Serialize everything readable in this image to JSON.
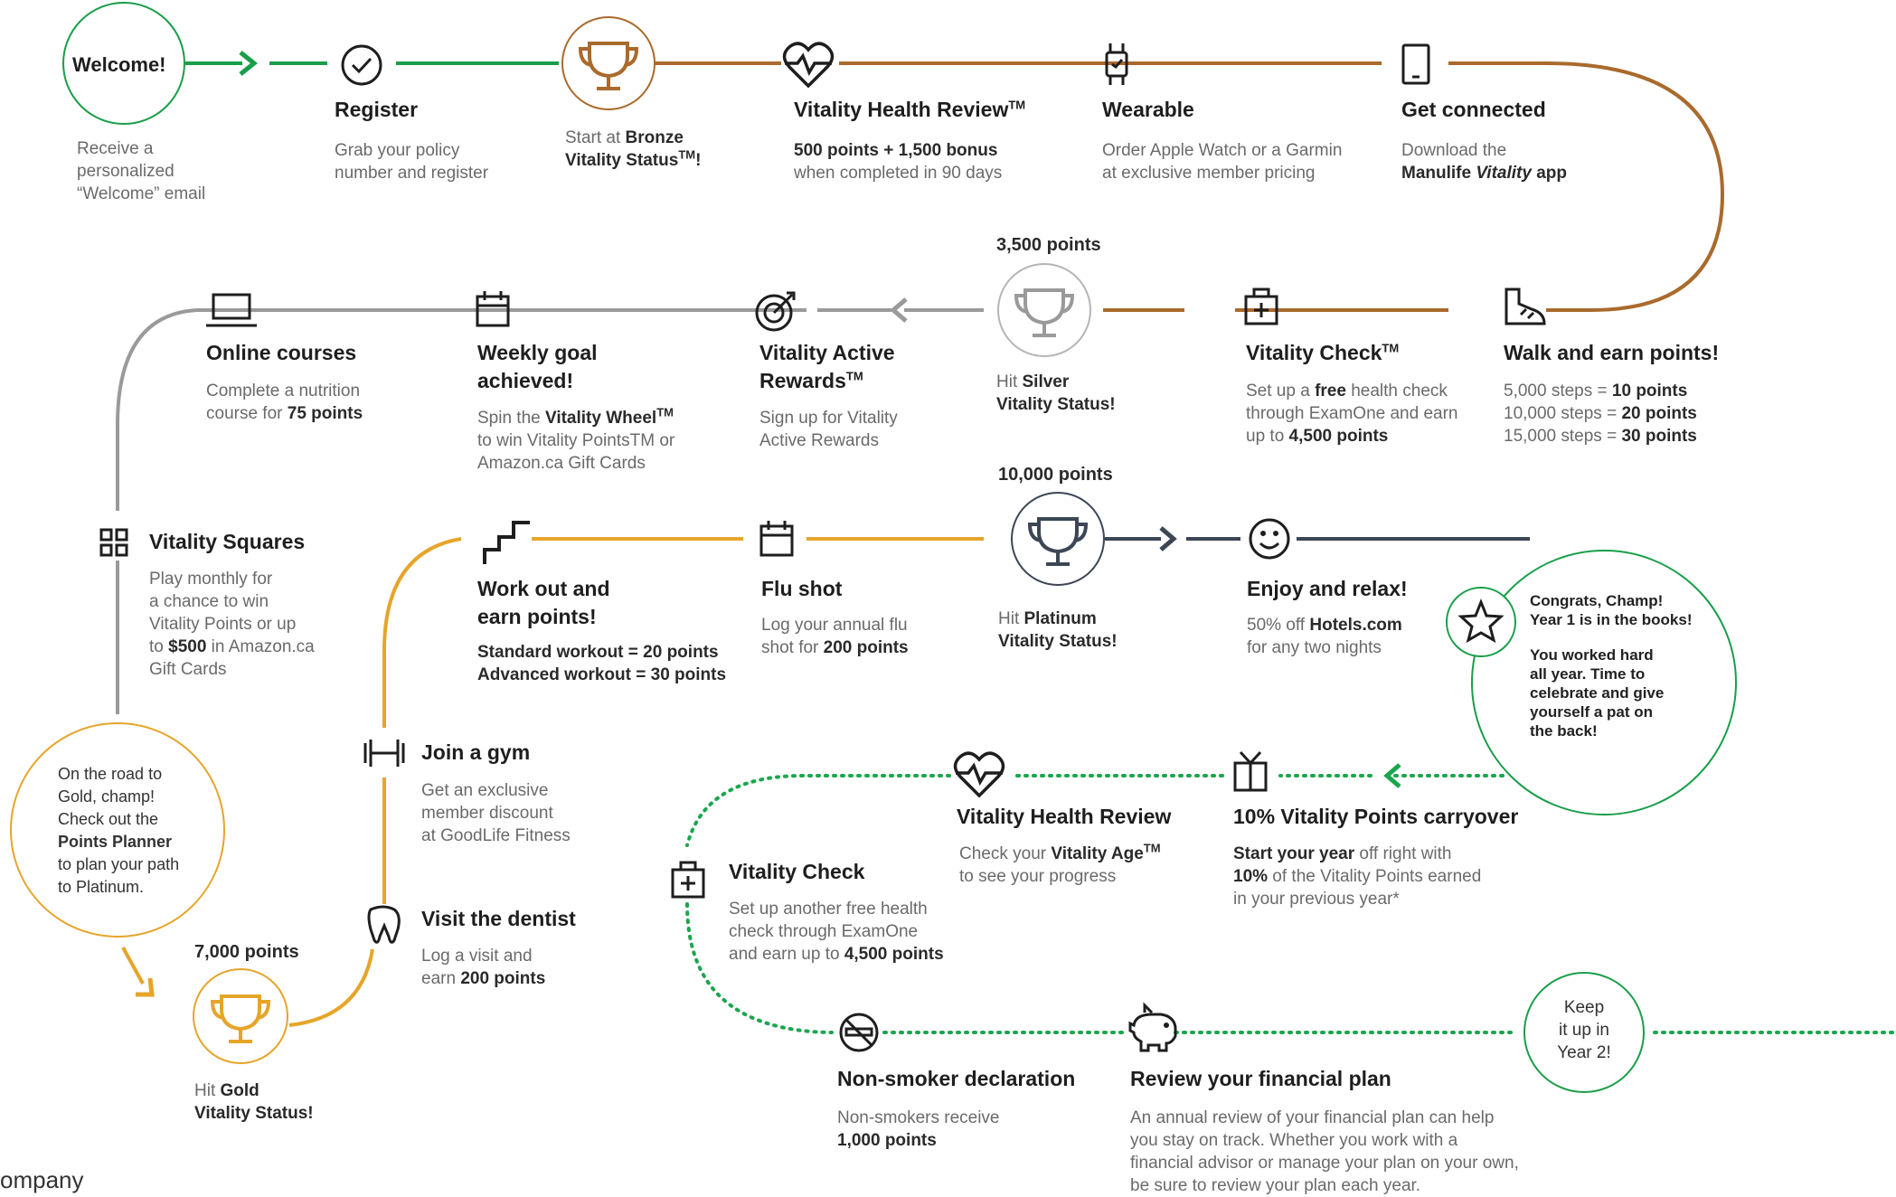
{
  "colors": {
    "green": "#1a9e4a",
    "bronze": "#a96a2c",
    "silver": "#9a9a9a",
    "gold": "#e6a52a",
    "navy": "#3c4655",
    "dot_green": "#1aa64e"
  },
  "welcome": {
    "title": "Welcome!",
    "body": [
      "Receive a",
      "personalized",
      "“Welcome” email"
    ]
  },
  "register": {
    "title": "Register",
    "body": [
      "Grab your policy",
      "number and register"
    ]
  },
  "bronze": {
    "pre": "Start at ",
    "bold1": "Bronze",
    "bold2": "Vitality Status",
    "tm": "TM",
    "end": "!"
  },
  "health_review": {
    "title": "Vitality Health Review",
    "tm": "TM",
    "bold": "500 points + 1,500 bonus",
    "body": "when completed in 90 days"
  },
  "wearable": {
    "title": "Wearable",
    "body": [
      "Order Apple Watch or a Garmin",
      "at exclusive member pricing"
    ]
  },
  "get_connected": {
    "title": "Get connected",
    "body": "Download the",
    "app_bold": "Manulife",
    "app_italic": "Vitality",
    "app_end": " app"
  },
  "walk": {
    "title": "Walk and earn points!",
    "rows": [
      {
        "steps": "5,000 steps   = ",
        "pts": "10 points"
      },
      {
        "steps": "10,000 steps = ",
        "pts": "20 points"
      },
      {
        "steps": "15,000 steps = ",
        "pts": "30 points"
      }
    ]
  },
  "vitality_check": {
    "title": "Vitality Check",
    "tm": "TM",
    "l1a": "Set up a ",
    "l1b": "free",
    "l1c": " health check",
    "l2": "through ExamOne and earn",
    "l3a": "up to ",
    "l3b": "4,500 points"
  },
  "silver": {
    "milestone": "3,500 points",
    "pre": "Hit ",
    "bold1": "Silver",
    "bold2": "Vitality Status!"
  },
  "active_rewards": {
    "title": [
      "Vitality Active",
      "Rewards"
    ],
    "tm": "TM",
    "body": [
      "Sign up for Vitality",
      "Active Rewards"
    ]
  },
  "weekly_goal": {
    "title": [
      "Weekly goal",
      "achieved!"
    ],
    "l1a": "Spin the ",
    "l1b": "Vitality Wheel",
    "tm": "TM",
    "l2": "to win Vitality PointsTM or",
    "l3": "Amazon.ca Gift Cards"
  },
  "online_courses": {
    "title": "Online courses",
    "l1": "Complete a nutrition",
    "l2a": "course for ",
    "l2b": "75 points"
  },
  "squares": {
    "title": "Vitality Squares",
    "l1": "Play monthly for",
    "l2": "a chance to win",
    "l3": "Vitality Points or up",
    "l4a": "to ",
    "l4b": "$500",
    "l4c": " in Amazon.ca",
    "l5": "Gift Cards"
  },
  "road_to_gold": {
    "l1": "On the road to",
    "l2": "Gold, champ!",
    "l3": "Check out the",
    "l4": "Points Planner",
    "l5": "to plan your path",
    "l6": "to Platinum."
  },
  "gold": {
    "milestone": "7,000 points",
    "pre": "Hit ",
    "bold1": "Gold",
    "bold2": "Vitality Status!"
  },
  "dentist": {
    "title": "Visit the dentist",
    "l1": "Log a visit and",
    "l2a": "earn ",
    "l2b": "200 points"
  },
  "gym": {
    "title": "Join a gym",
    "body": [
      "Get an exclusive",
      "member discount",
      "at GoodLife Fitness"
    ]
  },
  "workout": {
    "title": [
      "Work out and",
      "earn points!"
    ],
    "rows": [
      "Standard workout = 20 points",
      "Advanced workout = 30 points"
    ]
  },
  "flu": {
    "title": "Flu shot",
    "l1": "Log your annual flu",
    "l2a": "shot for ",
    "l2b": "200 points"
  },
  "platinum": {
    "milestone": "10,000 points",
    "pre": "Hit ",
    "bold1": "Platinum",
    "bold2": "Vitality Status!"
  },
  "enjoy": {
    "title": "Enjoy and relax!",
    "l1a": "50% off ",
    "l1b": "Hotels.com",
    "l2": "for any two nights"
  },
  "congrats": {
    "l1": "Congrats, Champ!",
    "l2": "Year 1 is in the books!",
    "l3": "You worked hard",
    "l4": "all year. Time to",
    "l5": "celebrate and give",
    "l6": "yourself a pat on",
    "l7": "the back!"
  },
  "carryover": {
    "title": "10% Vitality Points carryover",
    "l1a": "Start your year",
    "l1b": " off right with",
    "l2a": "10%",
    "l2b": " of the Vitality Points earned",
    "l3": "in your previous year*"
  },
  "health_review2": {
    "title": "Vitality Health Review",
    "l1a": "Check your ",
    "l1b": "Vitality Age",
    "tm": "TM",
    "l2": "to see your progress"
  },
  "check2": {
    "title": "Vitality Check",
    "l1": "Set up another free health",
    "l2": "check through ExamOne",
    "l3a": "and earn up to ",
    "l3b": "4,500 points"
  },
  "nonsmoker": {
    "title": "Non-smoker declaration",
    "l1": "Non-smokers receive",
    "l2": "1,000 points"
  },
  "financial": {
    "title": "Review your financial plan",
    "body": [
      "An annual review of your financial plan can help",
      "you stay on track. Whether you work with a",
      "financial advisor or manage your plan on your own,",
      "be sure to review your plan each year."
    ]
  },
  "keep_up": {
    "l1": "Keep",
    "l2": "it up in",
    "l3": "Year 2!"
  },
  "footer": {
    "text": "ompany"
  }
}
